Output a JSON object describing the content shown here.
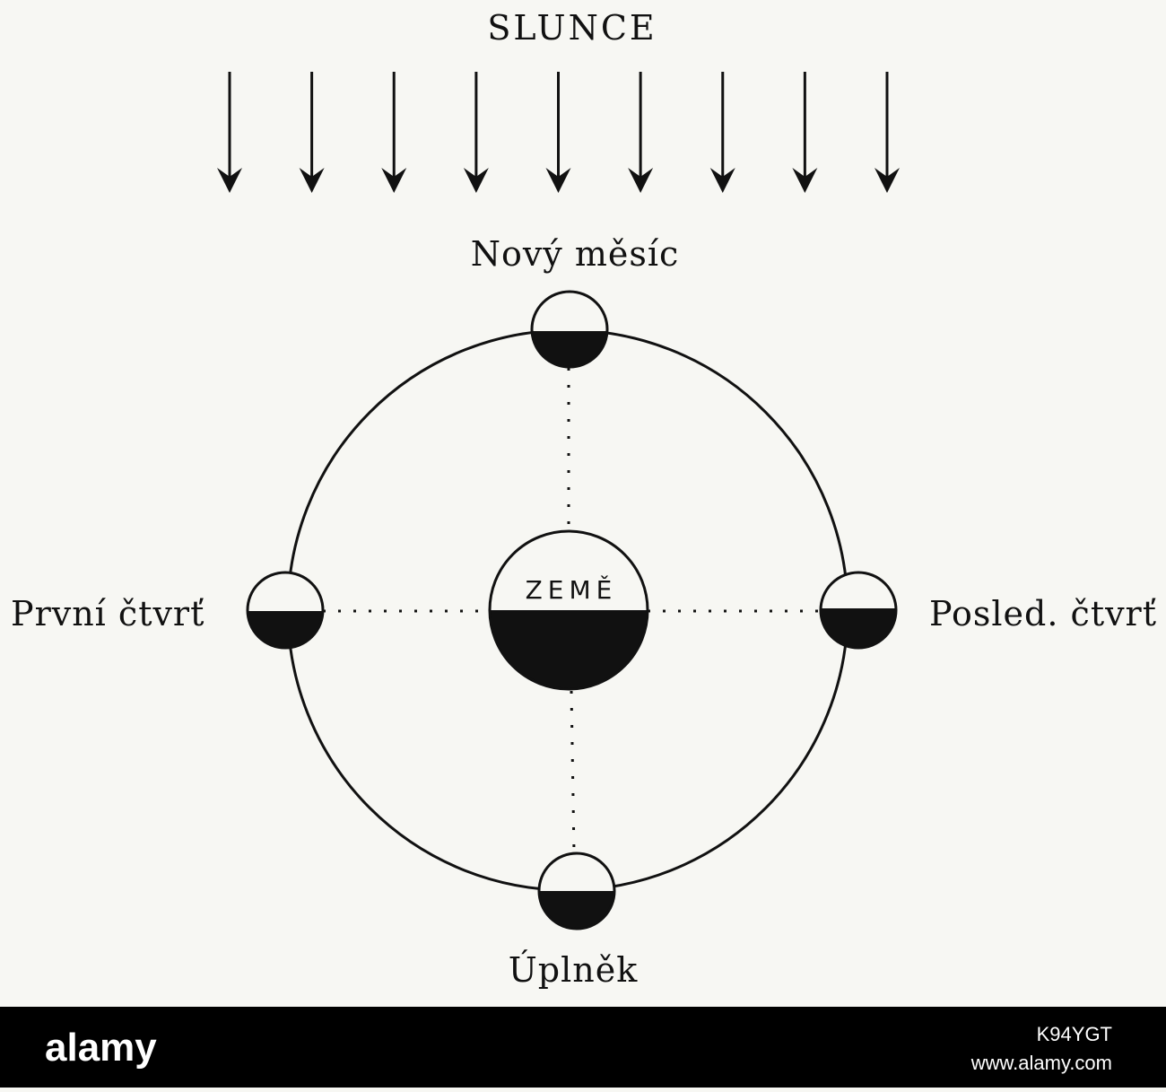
{
  "diagram": {
    "title": "SLUNCE",
    "sun_arrow_count": 9,
    "earth_label": "ZEMĚ",
    "phases": {
      "new_moon": "Nový měsíc",
      "first_quarter": "První čtvrť",
      "last_quarter": "Posled. čtvrť",
      "full_moon": "Úplněk"
    }
  },
  "footer": {
    "brand": "alamy",
    "image_code": "K94YGT",
    "site": "www.alamy.com"
  },
  "colors": {
    "ink": "#111111",
    "paper": "#f7f7f3",
    "footer_bg": "#000000"
  }
}
